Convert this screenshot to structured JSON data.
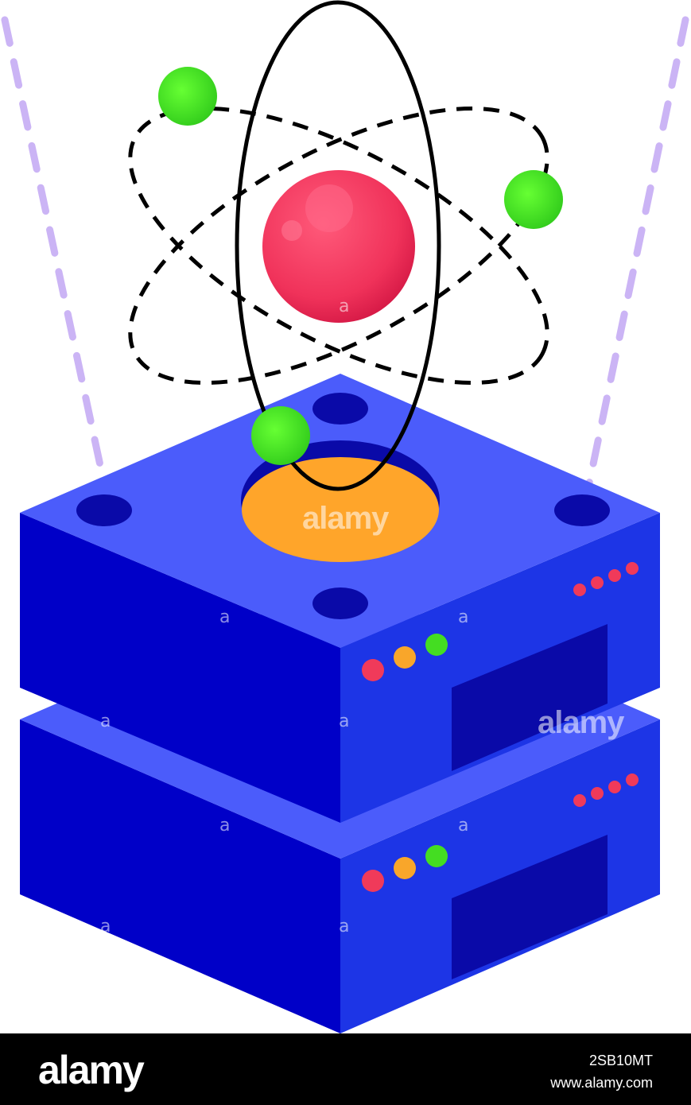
{
  "illustration": {
    "watermark_big": "alamy",
    "watermark_small": "a",
    "colors": {
      "server_top": "#4b5cfb",
      "server_left": "#0000c8",
      "server_right": "#1d35e6",
      "server_hole": "#0a0aa8",
      "portal": "#ffa52a",
      "nucleus": "#f0325a",
      "electron": "#44dd22",
      "beam": "#cbb4f5",
      "led_red": "#f03a5a",
      "led_orange": "#f9a62a",
      "led_green": "#44dd22"
    },
    "icons": [
      "atom-icon",
      "server-stack-icon"
    ]
  },
  "footer": {
    "brand": "alamy",
    "image_id": "2SB10MT",
    "site": "www.alamy.com"
  }
}
